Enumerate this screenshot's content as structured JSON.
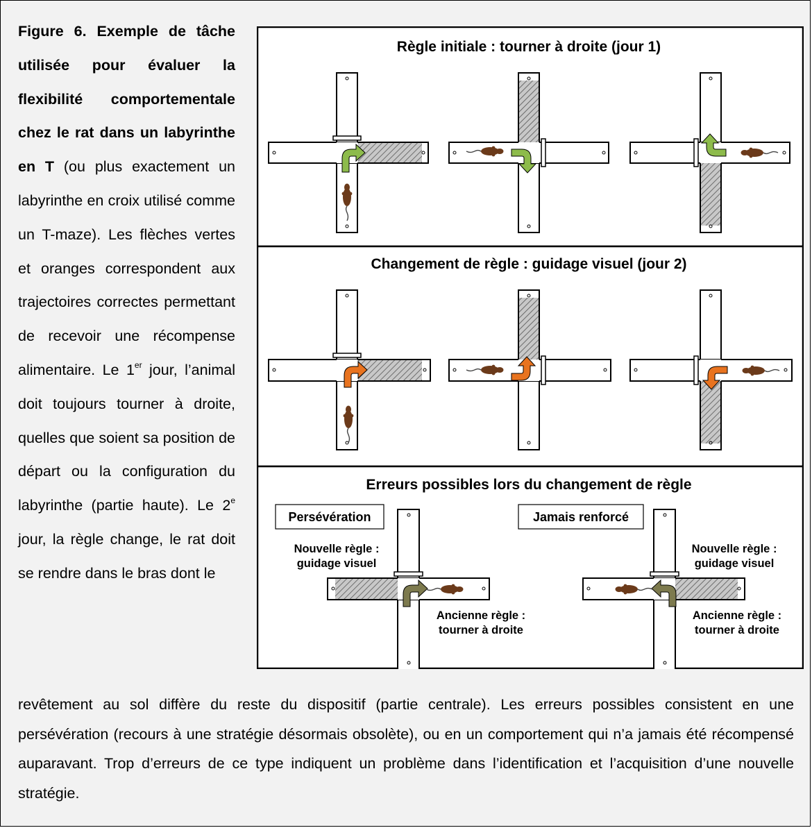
{
  "caption": {
    "figure_label": "Figure 6. Exemple de tâche utilisée pour évaluer la flexibilité comportementale chez le rat dans un labyrinthe en T",
    "text_1": " (ou plus exactement un labyrinthe en croix utilisé comme un T-maze). Les flèches vertes et oranges correspondent aux trajectoires correctes permettant de recevoir une récompense alimentaire. Le 1",
    "sup_1": "er",
    "text_2": " jour, l’animal doit toujours tourner à droite, quelles que soient sa position de départ ou la configuration du labyrinthe (partie haute). Le 2",
    "sup_2": "e",
    "text_3": " jour, la règle change, le rat doit se rendre dans le bras dont le",
    "continuation": "revêtement au sol diffère du reste du dispositif (partie centrale). Les erreurs possibles consistent en une persévération (recours à une stratégie désormais obsolète), ou en un comportement qui n’a jamais été récompensé auparavant. Trop d’erreurs de ce type indiquent un problème dans l’identification et l’acquisition d’une nouvelle stratégie."
  },
  "figure": {
    "panel1_title": "Règle initiale : tourner à droite (jour 1)",
    "panel2_title": "Changement de règle : guidage visuel (jour 2)",
    "panel3_title": "Erreurs possibles lors du changement de règle",
    "box_left": "Persévération",
    "box_right": "Jamais renforcé",
    "new_rule_line1": "Nouvelle règle :",
    "new_rule_line2": "guidage visuel",
    "old_rule_line1": "Ancienne règle :",
    "old_rule_line2": "tourner à droite"
  },
  "colors": {
    "green_arrow": "#8dbb4b",
    "orange_arrow": "#e8731f",
    "olive_arrow": "#7d7a4e",
    "rat": "#6b3a1a"
  }
}
